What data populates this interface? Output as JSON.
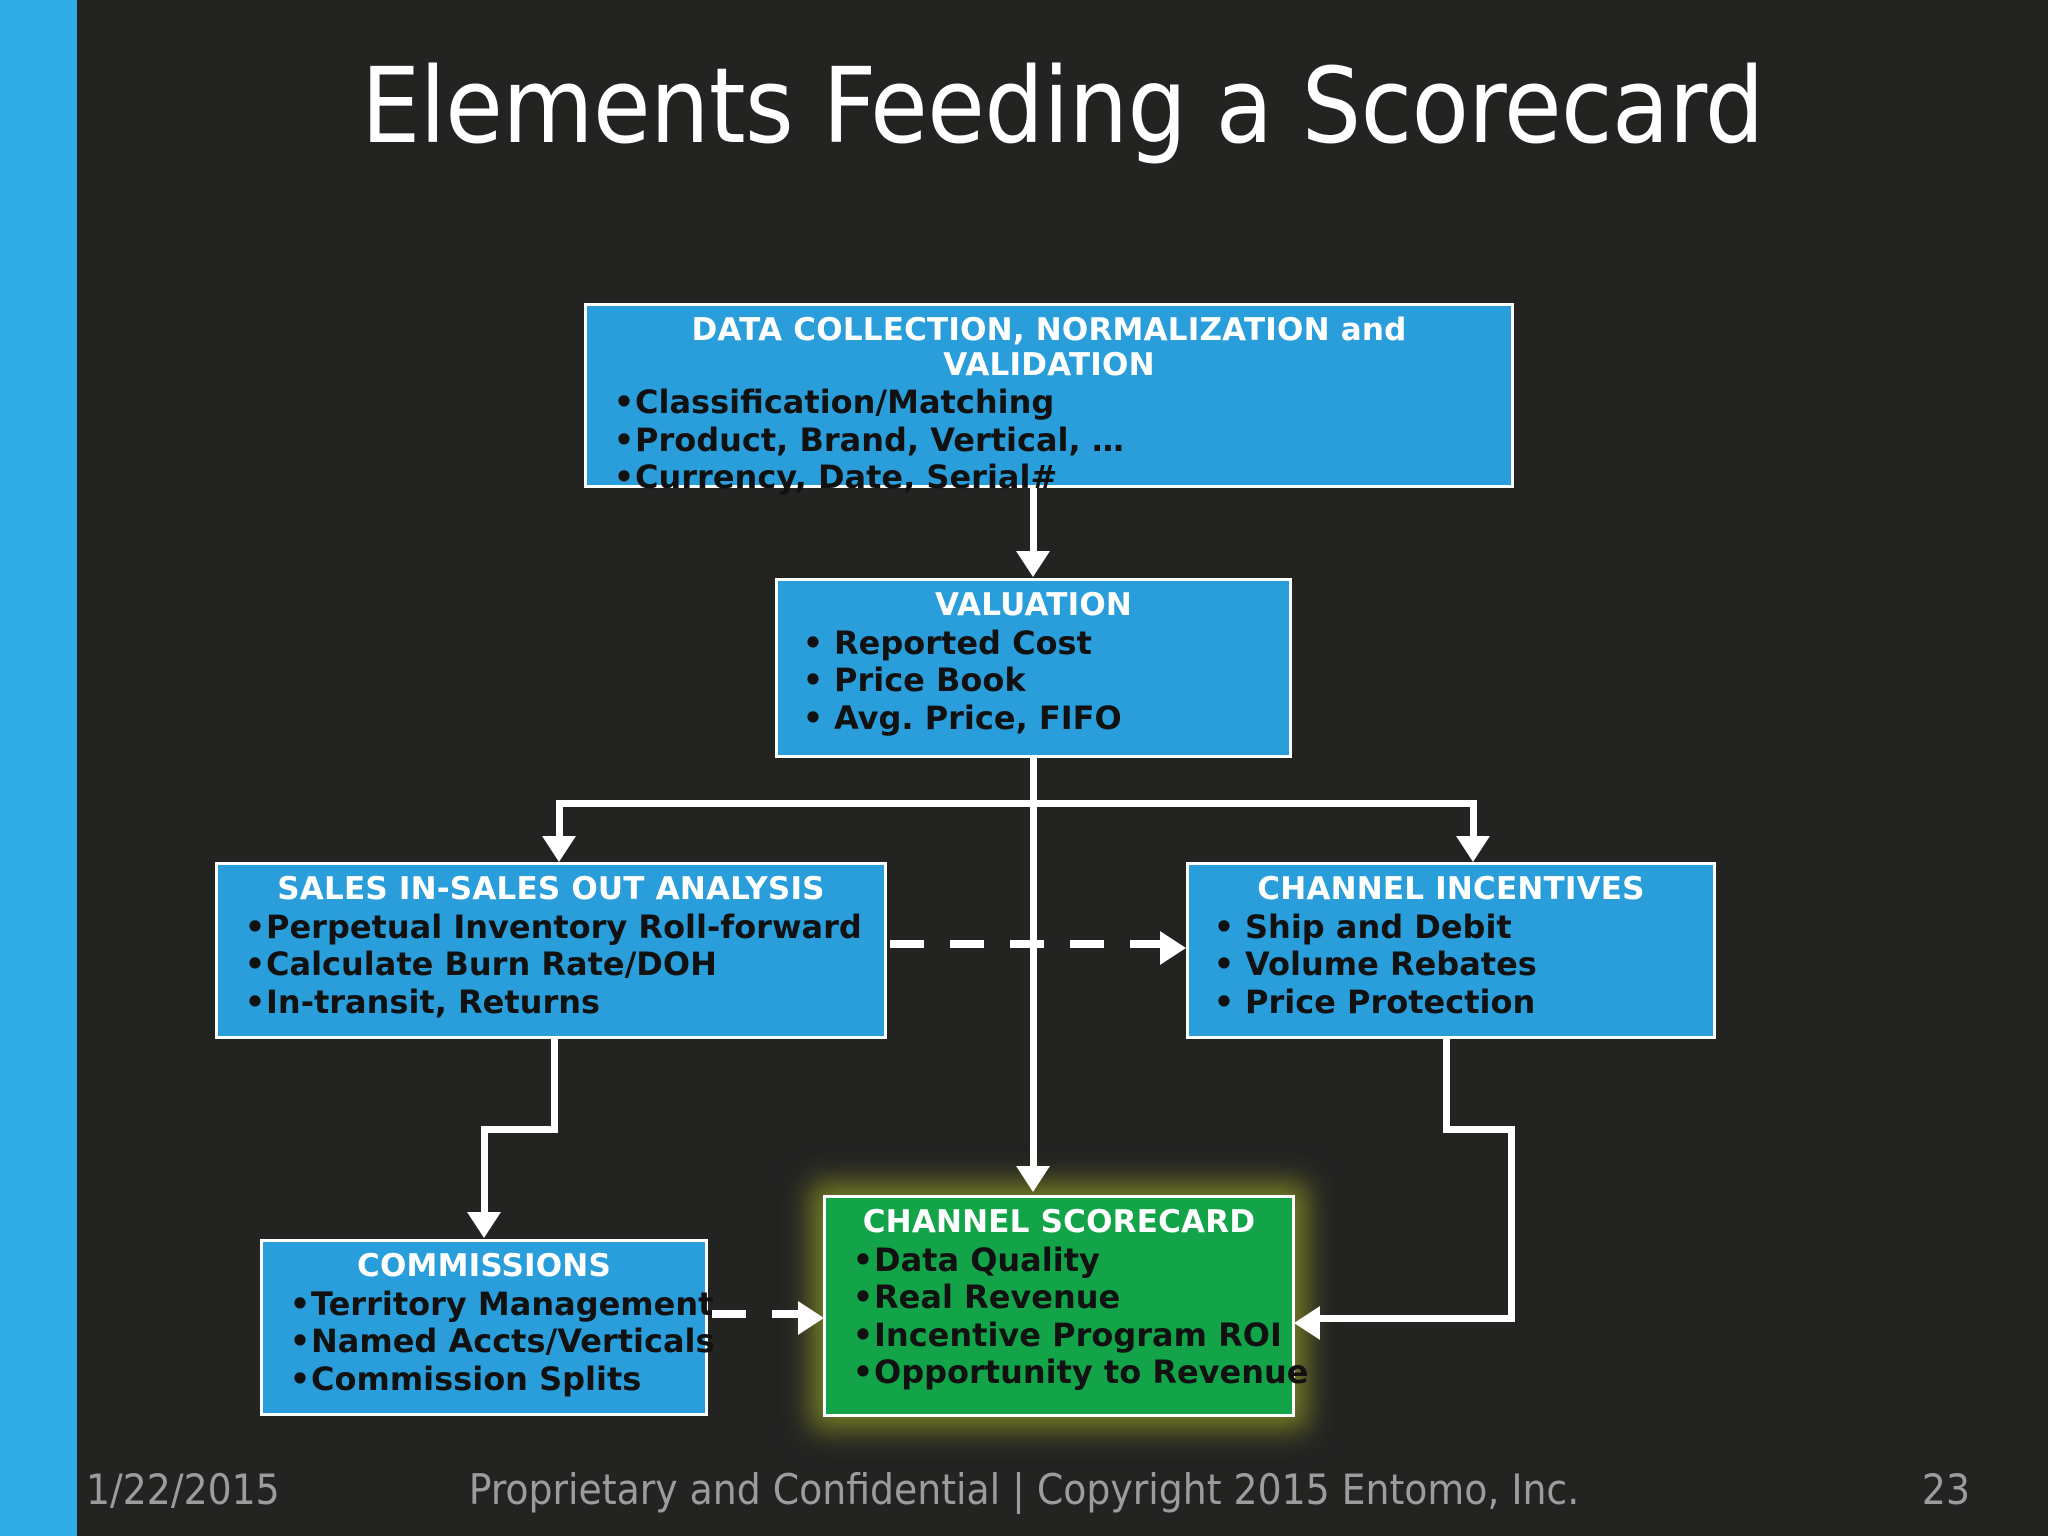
{
  "slide": {
    "title": "Elements Feeding a Scorecard",
    "background_color": "#232322",
    "accent_color": "#2FACE4",
    "box_blue": "#2A9EDB",
    "box_green": "#13A44A"
  },
  "diagram": {
    "nodes": {
      "data_collection": {
        "title": "DATA COLLECTION, NORMALIZATION and VALIDATION",
        "items": [
          "Classification/Matching",
          "Product, Brand, Vertical, …",
          "Currency, Date, Serial#"
        ]
      },
      "valuation": {
        "title": "VALUATION",
        "items": [
          "Reported Cost",
          "Price Book",
          "Avg. Price, FIFO"
        ]
      },
      "sales_in_out": {
        "title": "SALES IN-SALES OUT ANALYSIS",
        "items": [
          "Perpetual Inventory Roll-forward",
          "Calculate Burn Rate/DOH",
          "In-transit, Returns"
        ]
      },
      "channel_incentives": {
        "title": "CHANNEL INCENTIVES",
        "items": [
          "Ship and Debit",
          "Volume Rebates",
          "Price Protection"
        ]
      },
      "commissions": {
        "title": "COMMISSIONS",
        "items": [
          "Territory Management",
          "Named Accts/Verticals",
          "Commission Splits"
        ]
      },
      "channel_scorecard": {
        "title": "CHANNEL SCORECARD",
        "items": [
          "Data Quality",
          "Real Revenue",
          "Incentive Program ROI",
          "Opportunity to Revenue"
        ]
      }
    },
    "bullet_glyph": "•"
  },
  "footer": {
    "date": "1/22/2015",
    "notice": "Proprietary and Confidential | Copyright 2015 Entomo, Inc.",
    "page": "23"
  }
}
